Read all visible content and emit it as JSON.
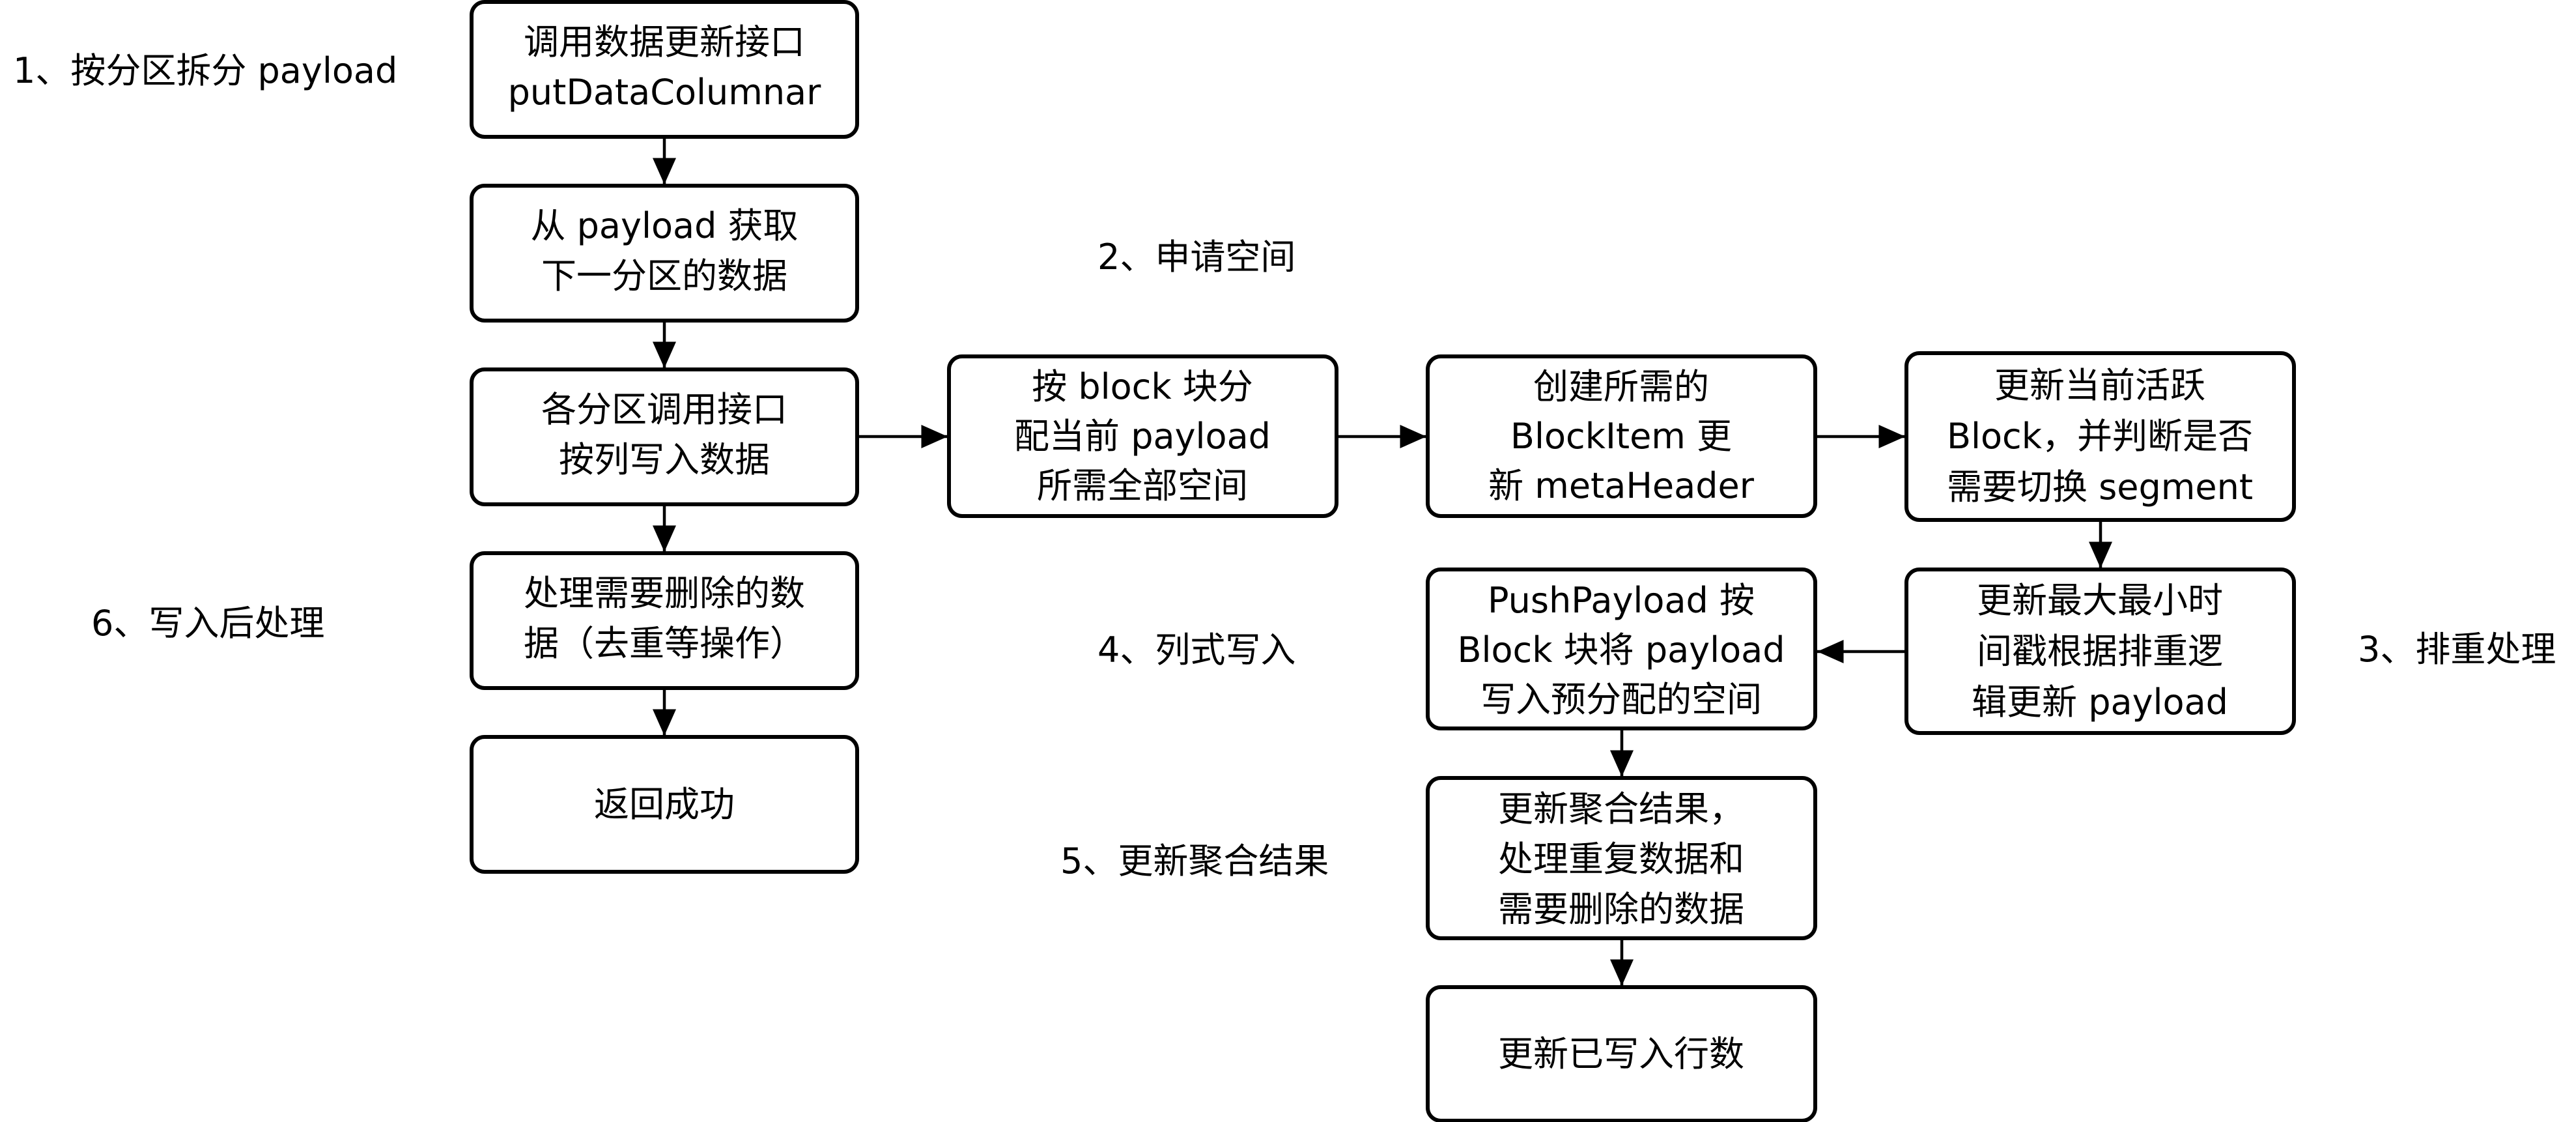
{
  "labels": {
    "step1": "1、按分区拆分 payload",
    "step2": "2、申请空间",
    "step3": "3、排重处理",
    "step4": "4、列式写入",
    "step5": "5、更新聚合结果",
    "step6": "6、写入后处理"
  },
  "nodes": {
    "call_update": {
      "line1": "调用数据更新接口",
      "line2": "putDataColumnar"
    },
    "get_partition": {
      "line1": "从 payload 获取",
      "line2": "下一分区的数据"
    },
    "partition_write": {
      "line1": "各分区调用接口",
      "line2": "按列写入数据"
    },
    "process_delete": {
      "line1": "处理需要删除的数",
      "line2": "据（去重等操作）"
    },
    "return_success": {
      "line1": "返回成功"
    },
    "alloc_space": {
      "line1": "按 block 块分",
      "line2": "配当前 payload",
      "line3": "所需全部空间"
    },
    "create_block_item": {
      "line1": "创建所需的",
      "line2": "BlockItem 更",
      "line3": "新 metaHeader"
    },
    "update_active_block": {
      "line1": "更新当前活跃",
      "line2": "Block，并判断是否",
      "line3": "需要切换 segment"
    },
    "update_timestamp": {
      "line1": "更新最大最小时",
      "line2": "间戳根据排重逻",
      "line3": "辑更新 payload"
    },
    "push_payload": {
      "line1": "PushPayload 按",
      "line2": "Block 块将 payload",
      "line3": "写入预分配的空间"
    },
    "update_agg": {
      "line1": "更新聚合结果，",
      "line2": "处理重复数据和",
      "line3": "需要删除的数据"
    },
    "update_rows": {
      "line1": "更新已写入行数"
    }
  }
}
